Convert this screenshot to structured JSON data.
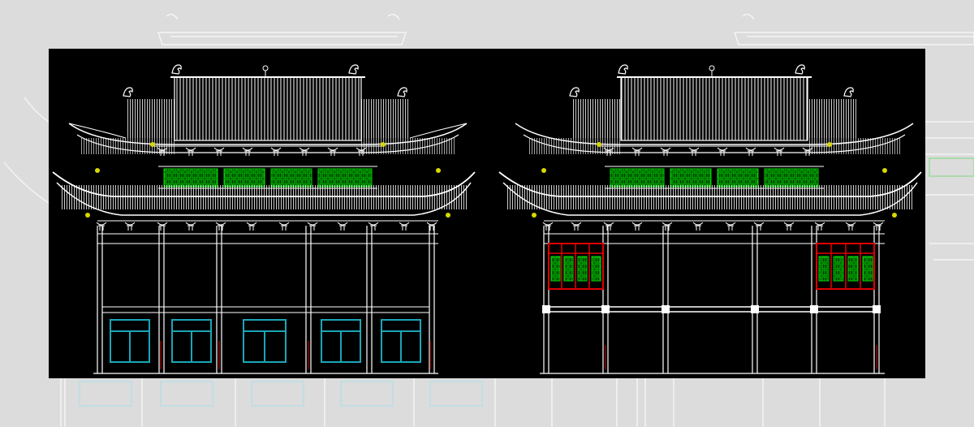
{
  "image": {
    "background_color": "#dcdcdc",
    "panel_color": "#000000"
  },
  "drawing": {
    "line_color": "#ffffff",
    "lattice_color": "#00c800",
    "frame_red": "#e00000",
    "window_cyan": "#1aa6b7",
    "accent_yellow": "#d8d800",
    "left_elevation": {
      "label": "",
      "upper_panels": 4,
      "ground_windows": 5,
      "ground_window_style": "cyan-casement"
    },
    "right_elevation": {
      "label": "",
      "upper_panels": 4,
      "side_windows": 2,
      "side_window_style": "red-green-lattice"
    }
  }
}
